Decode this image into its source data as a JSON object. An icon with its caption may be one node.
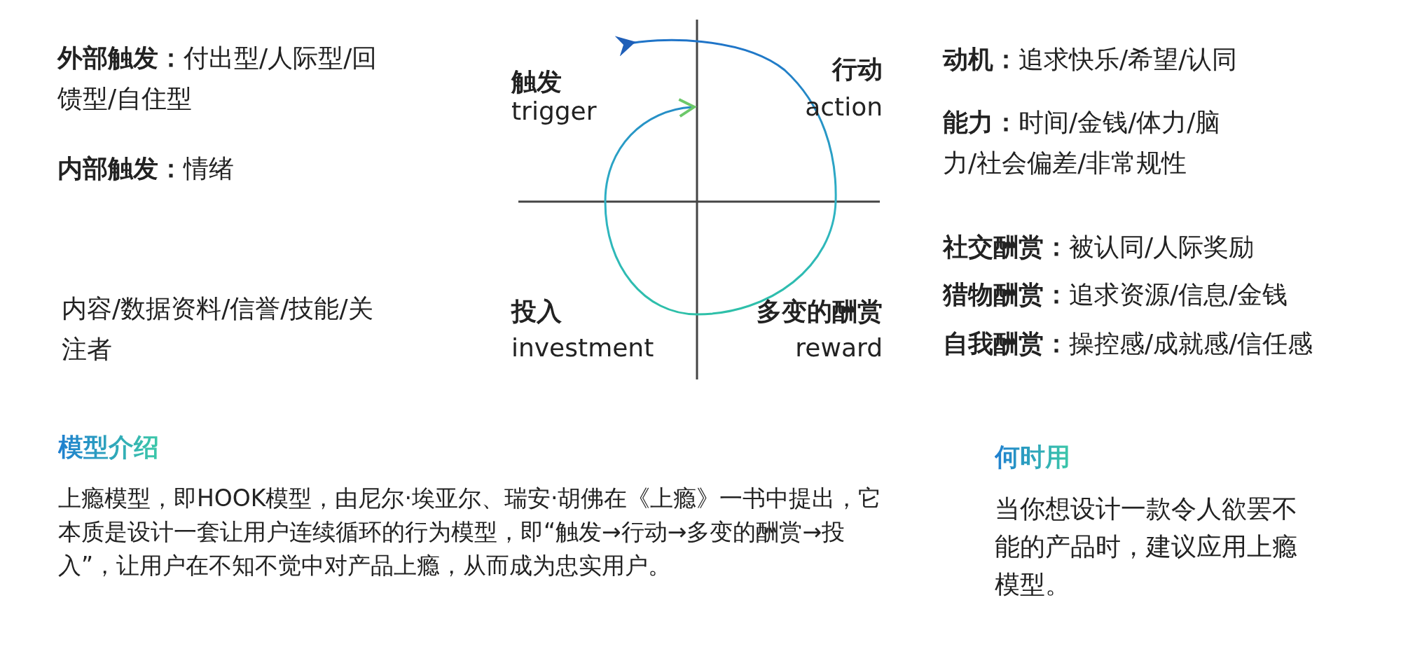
{
  "diagram": {
    "labels": [
      "**外部触发：**付出型/人际型/回馈型/自住型",
      "**内部触发：**情绪",
      "内容/数据资料/信誉/技能/关注者",
      "触发",
      "trigger",
      "行动",
      "action",
      "投入",
      "investment",
      "多变的酬赏",
      "reward",
      "**动机：**追求快乐/希望/认同",
      "**能力：**时间/金钱/体力/脑力/社会偏差/非常规性",
      "**社交酬赏：**被认同/人际奖励",
      "**猎物酬赏：**追求资源/信息/金钱",
      "**自我酬赏：**操控感/成就感/信任感",
      "模型介绍",
      "上瘾模型，即HOOK模型，由尼尔·埃亚尔、瑞安·胡佛在《上瘾》一书中提出，它本质是设计一套让用户连续循环的行为模型，即“触发→行动→多变的酬赏→投入”，让用户在不知不觉中对产品上瘾，从而成为忠实用户。",
      "何时用",
      "当你想设计一款令人欲罢不能的产品时，建议应用上瘾模型。"
    ]
  }
}
